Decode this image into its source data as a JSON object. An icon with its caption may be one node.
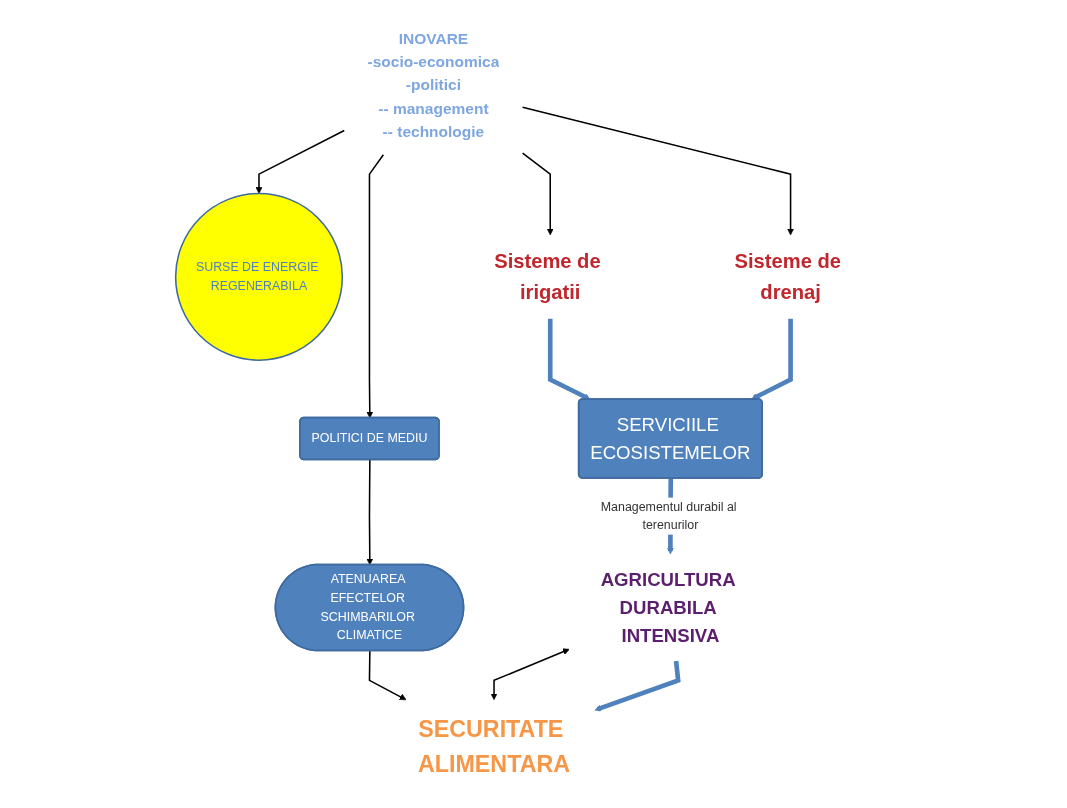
{
  "diagram": {
    "nodes": [
      {
        "text": [
          "INOVARE",
          "-socio-economica",
          "-politici",
          "-- management",
          "-- technologie"
        ]
      },
      {
        "text": [
          "SURSE DE ENERGIE REGENERABILA"
        ]
      },
      {
        "text": [
          "SECURITATE ALIMENTARA"
        ]
      },
      {
        "text": [
          "Sisteme de irigatii"
        ]
      },
      {
        "text": [
          "Sisteme de drenaj"
        ]
      },
      {
        "text": [
          "POLITICI DE MEDIU"
        ]
      },
      {
        "text": [
          "ATENUAREA EFECTELOR SCHIMBARILOR CLIMATICE"
        ]
      },
      {
        "text": [
          "SERVICIILE ECOSISTEMELOR"
        ]
      },
      {
        "text": [
          "AGRICULTURA DURABILA INTENSIVA"
        ]
      }
    ],
    "edges": [
      {
        "from": 0,
        "to": 1,
        "arrow": "to"
      },
      {
        "from": 0,
        "to": 3,
        "arrow": "to"
      },
      {
        "from": 0,
        "to": 4,
        "arrow": "to"
      },
      {
        "from": 0,
        "to": 5,
        "arrow": "to"
      },
      {
        "from": 3,
        "to": 7,
        "arrow": "to",
        "style": "thick",
        "color": "#4f81bd"
      },
      {
        "from": 4,
        "to": 7,
        "arrow": "to",
        "style": "thick",
        "color": "#4f81bd"
      },
      {
        "from": 5,
        "to": 6,
        "arrow": "to"
      },
      {
        "from": 6,
        "to": 2,
        "arrow": "to"
      },
      {
        "from": 8,
        "to": 2,
        "arrow": "both"
      },
      {
        "from": 8,
        "to": 2,
        "arrow": "to",
        "style": "thick",
        "color": "#4f81bd"
      },
      {
        "from": 7,
        "to": 8,
        "arrow": "to",
        "label": "Managementul durabil al terenurilor",
        "style": "thick",
        "color": "#4f81bd"
      }
    ]
  }
}
